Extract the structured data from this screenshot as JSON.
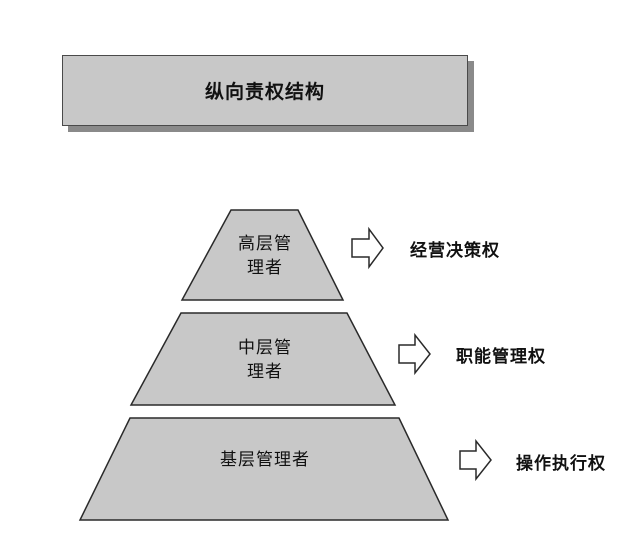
{
  "title": "纵向责权结构",
  "colors": {
    "fill": "#c8c8c8",
    "stroke": "#2a2a2a",
    "shadow": "#8a8a8a"
  },
  "tiers": [
    {
      "label_line1": "高层管",
      "label_line2": "理者",
      "right_text": "经营决策权",
      "arrow_icon": "right-arrow-icon"
    },
    {
      "label_line1": "中层管",
      "label_line2": "理者",
      "right_text": "职能管理权",
      "arrow_icon": "right-arrow-icon"
    },
    {
      "label_line1": "基层管理者",
      "label_line2": "",
      "right_text": "操作执行权",
      "arrow_icon": "right-arrow-icon"
    }
  ]
}
